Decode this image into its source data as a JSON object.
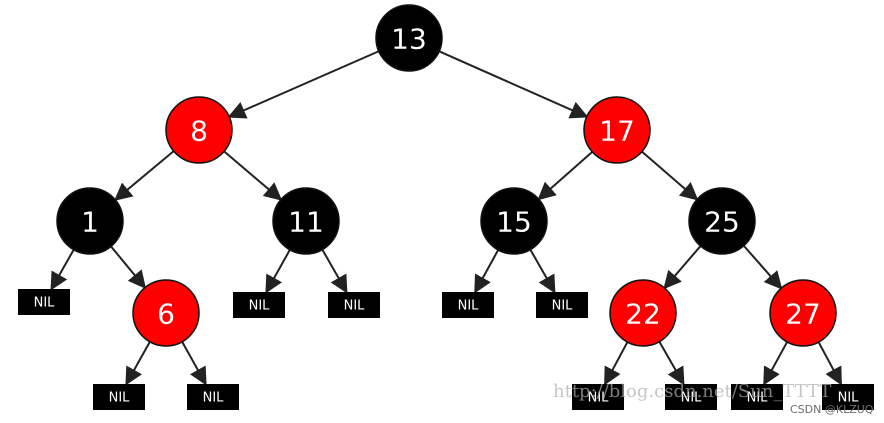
{
  "tree": {
    "colors": {
      "black": "#000000",
      "red": "#ff0000",
      "edge": "#222222",
      "nil_text": "#ffffff",
      "node_text": "#ffffff"
    },
    "nodes": [
      {
        "id": "n13",
        "label": "13",
        "color": "black"
      },
      {
        "id": "n8",
        "label": "8",
        "color": "red"
      },
      {
        "id": "n17",
        "label": "17",
        "color": "red"
      },
      {
        "id": "n1",
        "label": "1",
        "color": "black"
      },
      {
        "id": "n11",
        "label": "11",
        "color": "black"
      },
      {
        "id": "n15",
        "label": "15",
        "color": "black"
      },
      {
        "id": "n25",
        "label": "25",
        "color": "black"
      },
      {
        "id": "n6",
        "label": "6",
        "color": "red"
      },
      {
        "id": "n22",
        "label": "22",
        "color": "red"
      },
      {
        "id": "n27",
        "label": "27",
        "color": "red"
      }
    ],
    "nil_label": "NIL",
    "nil_leaves": [
      {
        "id": "nil-1L"
      },
      {
        "id": "nil-6L"
      },
      {
        "id": "nil-6R"
      },
      {
        "id": "nil-11L"
      },
      {
        "id": "nil-11R"
      },
      {
        "id": "nil-15L"
      },
      {
        "id": "nil-15R"
      },
      {
        "id": "nil-22L"
      },
      {
        "id": "nil-22R"
      },
      {
        "id": "nil-27L"
      },
      {
        "id": "nil-27R"
      }
    ],
    "edges": [
      [
        "n13",
        "n8"
      ],
      [
        "n13",
        "n17"
      ],
      [
        "n8",
        "n1"
      ],
      [
        "n8",
        "n11"
      ],
      [
        "n17",
        "n15"
      ],
      [
        "n17",
        "n25"
      ],
      [
        "n1",
        "nil-1L"
      ],
      [
        "n1",
        "n6"
      ],
      [
        "n6",
        "nil-6L"
      ],
      [
        "n6",
        "nil-6R"
      ],
      [
        "n11",
        "nil-11L"
      ],
      [
        "n11",
        "nil-11R"
      ],
      [
        "n15",
        "nil-15L"
      ],
      [
        "n15",
        "nil-15R"
      ],
      [
        "n25",
        "n22"
      ],
      [
        "n25",
        "n27"
      ],
      [
        "n22",
        "nil-22L"
      ],
      [
        "n22",
        "nil-22R"
      ],
      [
        "n27",
        "nil-27L"
      ],
      [
        "n27",
        "nil-27R"
      ]
    ]
  },
  "watermark": {
    "url_text": "http://blog.csdn.net/Sun_TTTT",
    "csdn_text": "CSDN @KLZUQ"
  }
}
